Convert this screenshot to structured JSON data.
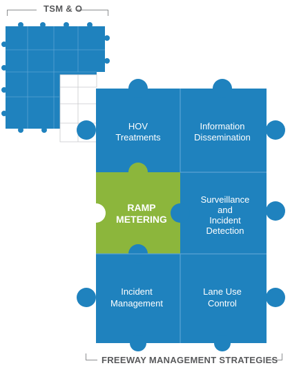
{
  "labels": {
    "top": "TSM & O",
    "bottom": "FREEWAY MANAGEMENT STRATEGIES"
  },
  "pieces": {
    "hov": [
      "HOV",
      "Treatments"
    ],
    "info": [
      "Information",
      "Dissemination"
    ],
    "ramp": [
      "RAMP",
      "METERING"
    ],
    "surveillance": [
      "Surveillance",
      "and",
      "Incident",
      "Detection"
    ],
    "incident": [
      "Incident",
      "Management"
    ],
    "lane": [
      "Lane Use",
      "Control"
    ]
  },
  "colors": {
    "blue": "#1f82be",
    "green": "#8cb63c",
    "seam": "#5aa3d4",
    "label": "#58595b"
  }
}
